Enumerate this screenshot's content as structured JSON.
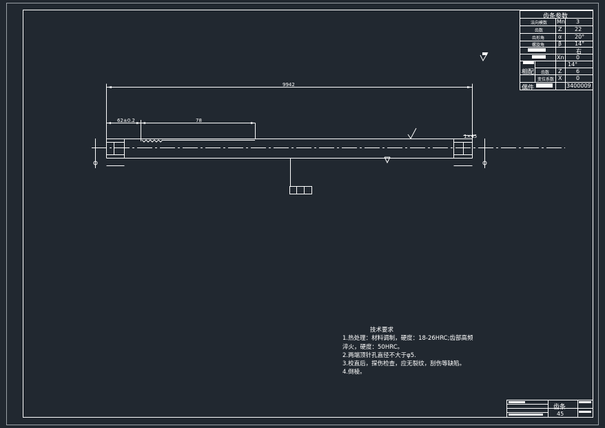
{
  "drawing_title": "齿条",
  "material": "45",
  "drawing_number": "3400009",
  "param_table": {
    "title": "齿条参数",
    "rows": [
      {
        "name": "法向模数",
        "symbol": "Mn",
        "value": "3"
      },
      {
        "name": "齿数",
        "symbol": "Z",
        "value": "22"
      },
      {
        "name": "齿形角",
        "symbol": "α",
        "value": "20°"
      },
      {
        "name": "螺旋角",
        "symbol": "β",
        "value": "14°"
      },
      {
        "name": "",
        "symbol": "",
        "value": "右"
      },
      {
        "name": "",
        "symbol": "Xn",
        "value": "0"
      },
      {
        "name": "",
        "symbol": "",
        "value": "14°"
      }
    ],
    "mating_label": "相配",
    "mating_rows": [
      {
        "name": "齿数",
        "symbol": "Z",
        "value": "6"
      },
      {
        "name": "变位系数",
        "symbol": "X",
        "value": "0"
      }
    ],
    "part_label": "偶件"
  },
  "tech_requirements": {
    "title": "技术要求",
    "lines": [
      "1.热处理：材料调制，硬度：18-26HRC;齿部高频",
      "淬火，硬度：50HRC。",
      "2.两端顶针孔直径不大于φ5.",
      "3.校直后，探伤检查，应无裂纹，刮伤等缺陷。",
      "4.倒棱。"
    ]
  },
  "dims": {
    "overall": "9942",
    "left_section": "62±0.2",
    "rack_length": "78",
    "right_end": "1×45"
  }
}
